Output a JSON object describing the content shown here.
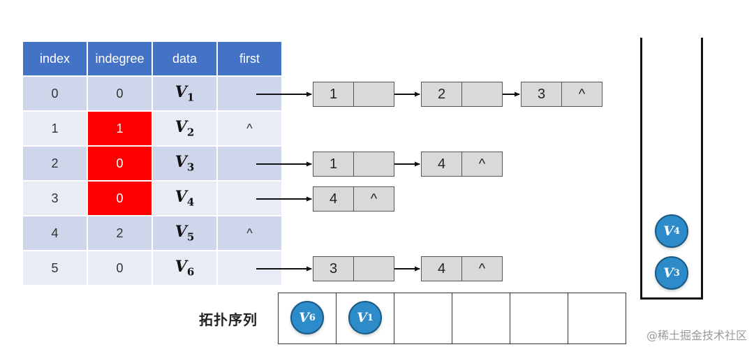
{
  "table": {
    "headers": [
      "index",
      "indegree",
      "data",
      "first"
    ],
    "rows": [
      {
        "index": "0",
        "indegree": "0",
        "data_letter": "V",
        "data_sub": "1",
        "first": ""
      },
      {
        "index": "1",
        "indegree": "1",
        "data_letter": "V",
        "data_sub": "2",
        "first": "^"
      },
      {
        "index": "2",
        "indegree": "0",
        "data_letter": "V",
        "data_sub": "3",
        "first": ""
      },
      {
        "index": "3",
        "indegree": "0",
        "data_letter": "V",
        "data_sub": "4",
        "first": ""
      },
      {
        "index": "4",
        "indegree": "2",
        "data_letter": "V",
        "data_sub": "5",
        "first": "^"
      },
      {
        "index": "5",
        "indegree": "0",
        "data_letter": "V",
        "data_sub": "6",
        "first": ""
      }
    ],
    "highlight_color": "#ff0000"
  },
  "edge_lists": [
    {
      "row": "0",
      "nodes": [
        {
          "value": "1",
          "next": ""
        },
        {
          "value": "2",
          "next": ""
        },
        {
          "value": "3",
          "next": "^"
        }
      ]
    },
    {
      "row": "2",
      "nodes": [
        {
          "value": "1",
          "next": ""
        },
        {
          "value": "4",
          "next": "^"
        }
      ]
    },
    {
      "row": "3",
      "nodes": [
        {
          "value": "4",
          "next": "^"
        }
      ]
    },
    {
      "row": "5",
      "nodes": [
        {
          "value": "3",
          "next": ""
        },
        {
          "value": "4",
          "next": "^"
        }
      ]
    }
  ],
  "stack": {
    "items": [
      {
        "letter": "V",
        "sub": "4"
      },
      {
        "letter": "V",
        "sub": "3"
      }
    ]
  },
  "sequence": {
    "label": "拓扑序列",
    "items": [
      {
        "letter": "V",
        "sub": "6"
      },
      {
        "letter": "V",
        "sub": "1"
      },
      {
        "letter": "",
        "sub": ""
      },
      {
        "letter": "",
        "sub": ""
      },
      {
        "letter": "",
        "sub": ""
      },
      {
        "letter": "",
        "sub": ""
      }
    ]
  },
  "colors": {
    "header_bg": "#4472c4",
    "row_dark": "#cfd5ea",
    "row_light": "#e9ebf5",
    "node_bg": "#d9d9d9",
    "circle_fill": "#2e8bc9"
  },
  "watermark": "@稀土掘金技术社区"
}
